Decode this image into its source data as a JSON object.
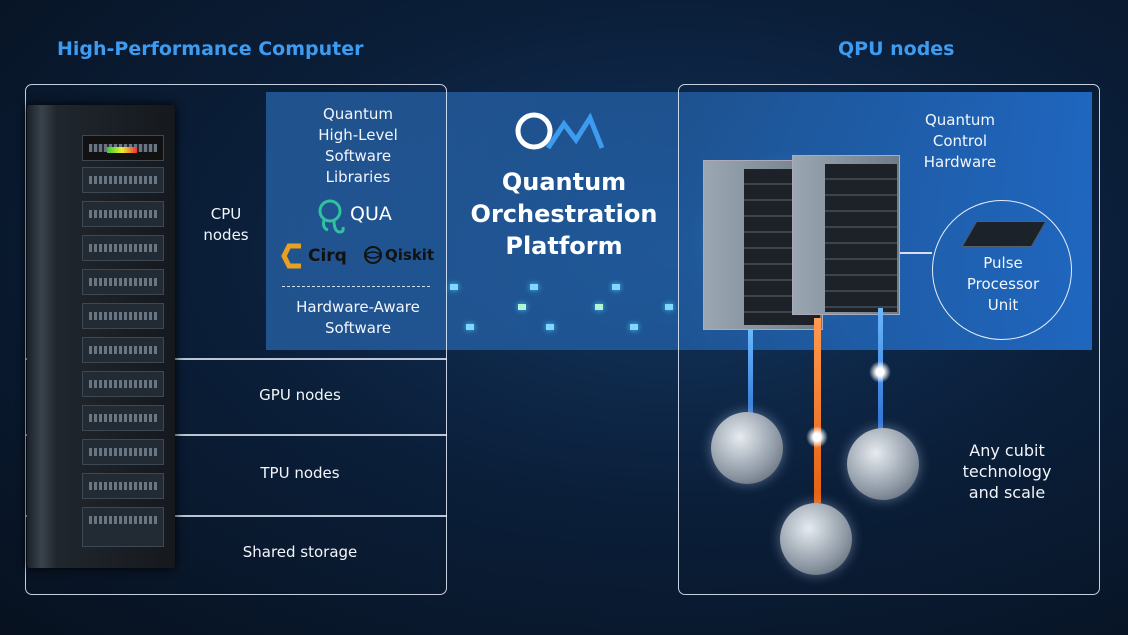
{
  "hpc": {
    "title": "High-Performance Computer",
    "cpu": "CPU nodes",
    "gpu": "GPU nodes",
    "tpu": "TPU nodes",
    "storage": "Shared storage"
  },
  "software": {
    "libs_line1": "Quantum",
    "libs_line2": "High-Level",
    "libs_line3": "Software",
    "libs_line4": "Libraries",
    "qua": "QUA",
    "cirq": "Cirq",
    "qiskit": "Qiskit",
    "hw_line1": "Hardware-Aware",
    "hw_line2": "Software"
  },
  "qop": {
    "logo": "QM",
    "line1": "Quantum",
    "line2": "Orchestration",
    "line3": "Platform"
  },
  "qpu": {
    "title": "QPU nodes",
    "qch_line1": "Quantum",
    "qch_line2": "Control",
    "qch_line3": "Hardware",
    "ppu_line1": "Pulse",
    "ppu_line2": "Processor",
    "ppu_line3": "Unit",
    "any_line1": "Any cubit",
    "any_line2": "technology",
    "any_line3": "and scale"
  },
  "colors": {
    "title": "#3d9bf0",
    "qua": "#2fc2a0",
    "cirq": "#e8a020",
    "band": "#2866aa"
  }
}
